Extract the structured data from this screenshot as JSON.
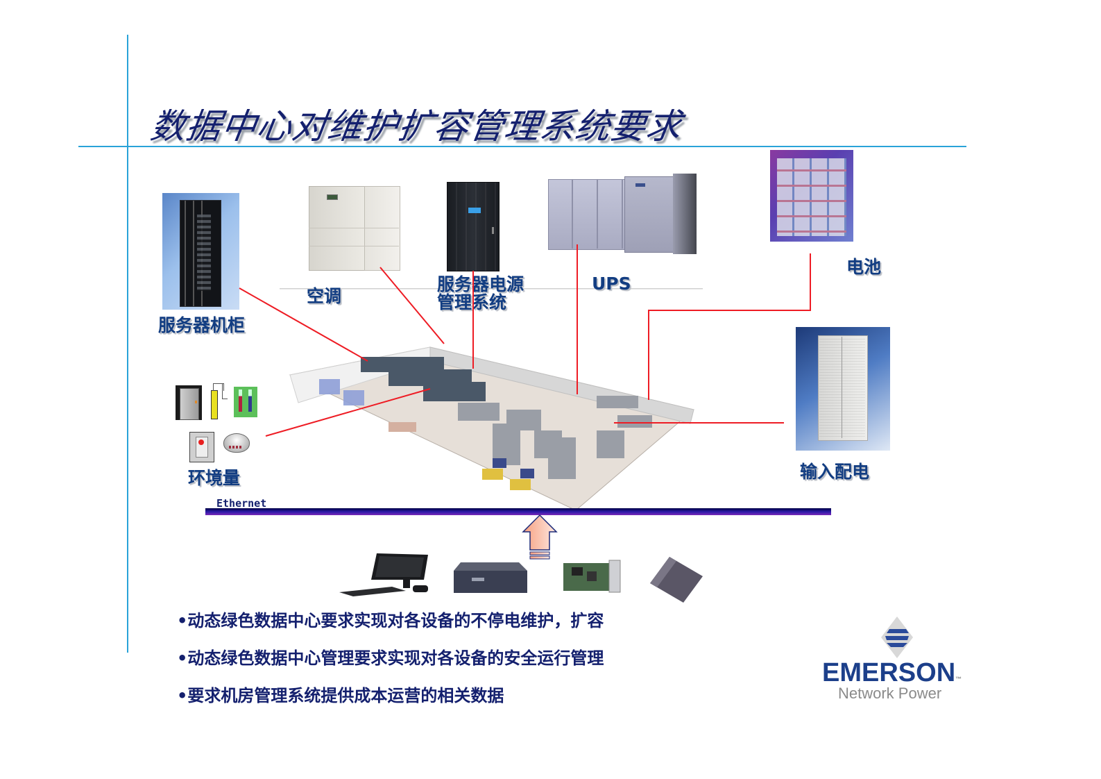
{
  "slide": {
    "title": "数据中心对维护扩容管理系统要求",
    "accent_color": "#29a3d8",
    "title_color": "#14206e",
    "connector_color": "#ee1c24"
  },
  "devices": {
    "server_rack": {
      "label": "服务器机柜",
      "icon": "server-rack-photo"
    },
    "air_conditioner": {
      "label": "空调",
      "icon": "precision-ac-photo"
    },
    "server_power": {
      "label_line1": "服务器电源",
      "label_line2": "管理系统",
      "icon": "power-cabinet-photo"
    },
    "ups": {
      "label": "UPS",
      "icon": "ups-photo"
    },
    "battery": {
      "label": "电池",
      "icon": "battery-bank-photo"
    },
    "input_power": {
      "label": "输入配电",
      "icon": "distribution-cabinet-photo"
    },
    "environment": {
      "label": "环境量",
      "icons": [
        "door-sensor-icon",
        "water-leak-sensor-icon",
        "thermometer-icon",
        "alarm-button-icon",
        "smoke-detector-icon"
      ]
    }
  },
  "network": {
    "bus_label": "Ethernet",
    "monitoring_devices": [
      "monitor-pc-icon",
      "monitoring-unit-icon",
      "network-card-icon",
      "software-disk-icon"
    ]
  },
  "bullets": [
    "•动态绿色数据中心要求实现对各设备的不停电维护，扩容",
    "•动态绿色数据中心管理要求实现对各设备的安全运行管理",
    "•要求机房管理系统提供成本运营的相关数据"
  ],
  "logo": {
    "brand": "EMERSON",
    "tm": "™",
    "sub": "Network Power",
    "brand_color": "#1c3f8a",
    "sub_color": "#8a8a8a"
  }
}
